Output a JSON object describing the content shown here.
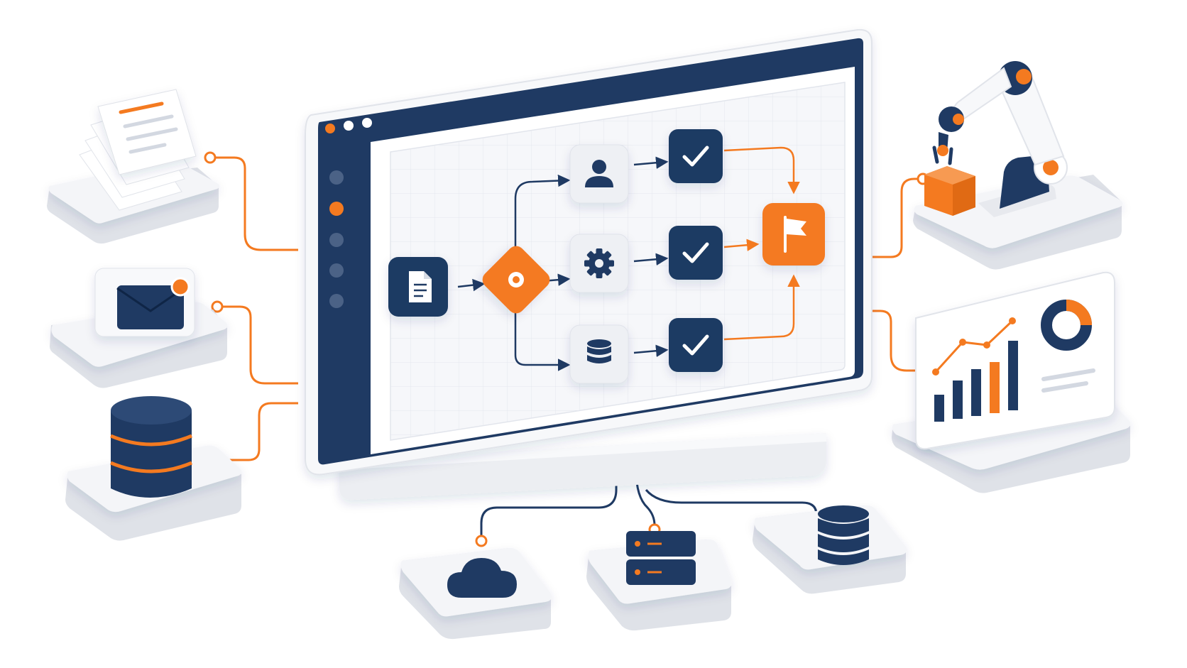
{
  "colors": {
    "navy": "#1f3a63",
    "orange": "#f47a20",
    "platform": "#f1f2f5",
    "platform_side": "#dfe2e8",
    "canvas": "#f6f7fa",
    "grid": "#e4e7ee",
    "node_bg": "#eef0f4"
  },
  "window": {
    "controls": [
      "close-dot",
      "minimize-dot",
      "maximize-dot"
    ],
    "sidebar_items": [
      "nav-dot-1",
      "nav-dot-2-active",
      "nav-dot-3",
      "nav-dot-4",
      "nav-dot-5"
    ]
  },
  "workflow": {
    "nodes": [
      "document-icon",
      "decision-diamond",
      "user-icon",
      "gear-icon",
      "database-icon",
      "check-icon",
      "check-icon",
      "check-icon",
      "flag-icon"
    ]
  },
  "peripherals": {
    "left": [
      "stacked-documents-icon",
      "email-icon",
      "database-cylinder-icon"
    ],
    "right": [
      "robotic-arm-icon",
      "analytics-dashboard-icon"
    ],
    "bottom": [
      "cloud-icon",
      "server-rack-icon",
      "database-stack-icon"
    ]
  }
}
